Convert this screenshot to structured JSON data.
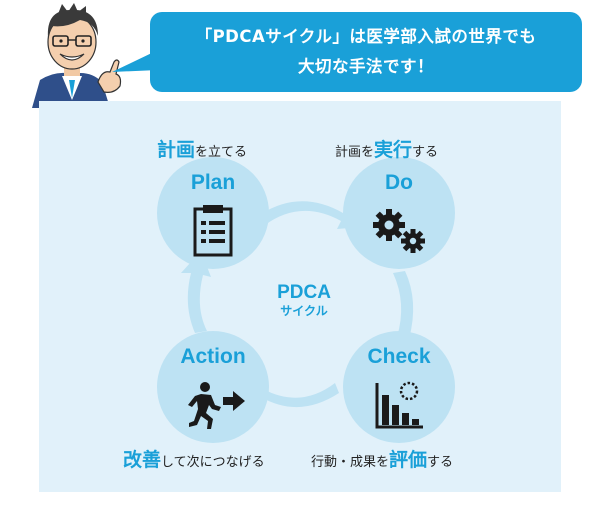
{
  "bubble": {
    "line1": "「PDCAサイクル」は医学部入試の世界でも",
    "line2": "大切な手法です！"
  },
  "diagram": {
    "center": {
      "line1": "PDCA",
      "line2": "サイクル"
    },
    "nodes": {
      "plan": "Plan",
      "do": "Do",
      "check": "Check",
      "action": "Action"
    },
    "captions": {
      "plan": {
        "emphasis": "計画",
        "rest": "を立てる"
      },
      "do": {
        "prefix": "計画を",
        "emphasis": "実行",
        "rest": "する"
      },
      "action": {
        "emphasis": "改善",
        "rest": "して次につなげる"
      },
      "check": {
        "prefix": "行動・成果を",
        "emphasis": "評価",
        "rest": "する"
      }
    },
    "icons": {
      "plan": "clipboard-list-icon",
      "do": "gears-icon",
      "check": "bar-chart-magnifier-icon",
      "action": "exit-running-person-icon"
    },
    "colors": {
      "accent": "#1aa0d8",
      "node_fill": "#bde2f3",
      "panel_bg": "#e1f1fa",
      "icon": "#1a1a1a"
    }
  }
}
